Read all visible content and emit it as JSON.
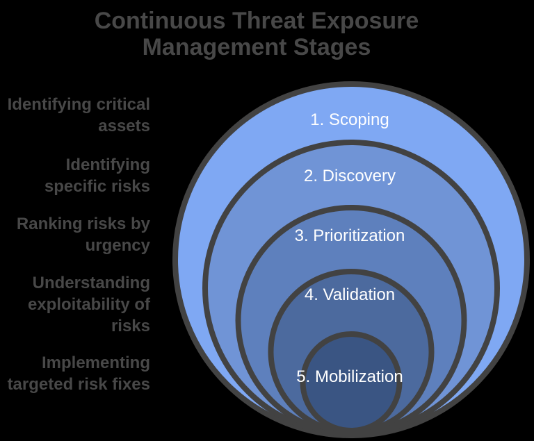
{
  "title": {
    "lines": [
      "Continuous Threat Exposure",
      "Management Stages"
    ]
  },
  "side_labels": [
    {
      "lines": [
        "Identifying critical",
        "assets"
      ]
    },
    {
      "lines": [
        "Identifying",
        "specific risks"
      ]
    },
    {
      "lines": [
        "Ranking risks by",
        "urgency"
      ]
    },
    {
      "lines": [
        "Understanding",
        "exploitability of",
        "risks"
      ]
    },
    {
      "lines": [
        "Implementing",
        "targeted risk fixes"
      ]
    }
  ],
  "stages": [
    {
      "label": "1. Scoping",
      "fill": "#7fa8f3"
    },
    {
      "label": "2. Discovery",
      "fill": "#7094d6"
    },
    {
      "label": "3. Prioritization",
      "fill": "#5e80bd"
    },
    {
      "label": "4. Validation",
      "fill": "#4c6a9e"
    },
    {
      "label": "5. Mobilization",
      "fill": "#3a5583"
    }
  ],
  "colors": {
    "background": "#000000",
    "circle_stroke": "#424242",
    "heading_text": "#484848",
    "stage_label_text": "#ffffff"
  }
}
